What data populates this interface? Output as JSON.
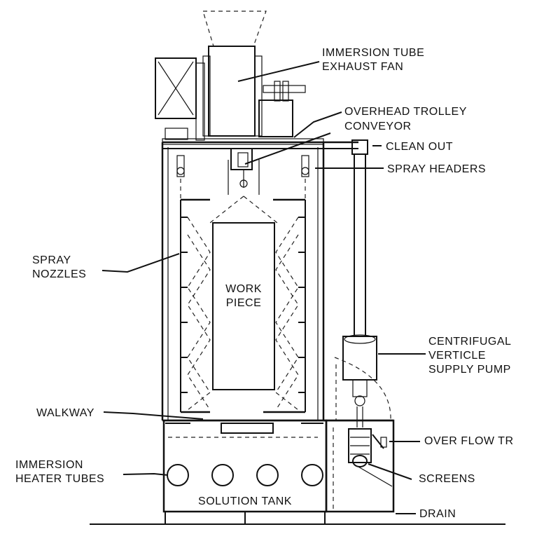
{
  "labels": {
    "fan_line1": "IMMERSION TUBE",
    "fan_line2": "EXHAUST FAN",
    "trolley_line1": "OVERHEAD TROLLEY",
    "trolley_line2": "CONVEYOR",
    "clean_out": "CLEAN OUT",
    "spray_headers": "SPRAY HEADERS",
    "nozzles_line1": "SPRAY",
    "nozzles_line2": "NOZZLES",
    "work_line1": "WORK",
    "work_line2": "PIECE",
    "pump_line1": "CENTRIFUGAL",
    "pump_line2": "VERTICLE",
    "pump_line3": "SUPPLY PUMP",
    "walkway": "WALKWAY",
    "overflow": "OVER FLOW TR",
    "heater_line1": "IMMERSION",
    "heater_line2": "HEATER TUBES",
    "screens": "SCREENS",
    "solution_tank": "SOLUTION TANK",
    "drain": "DRAIN"
  },
  "colors": {
    "ink": "#111111",
    "paper": "#ffffff"
  }
}
